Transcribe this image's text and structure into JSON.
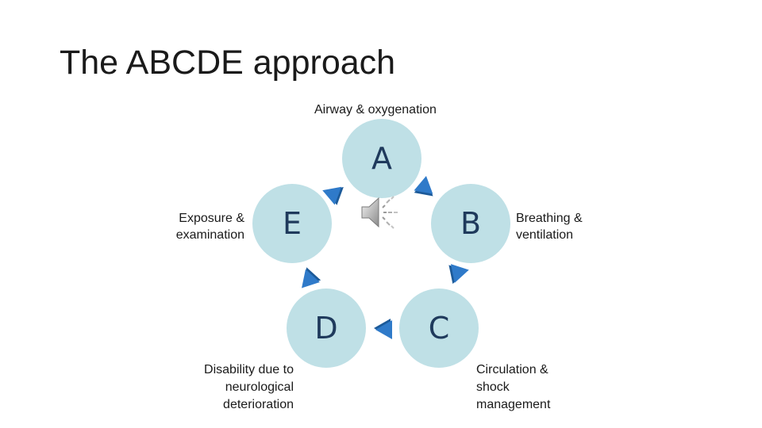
{
  "title": "The ABCDE approach",
  "colors": {
    "circle_fill": "#bfe0e6",
    "letter_color": "#1f3a5c",
    "arrow_color": "#2f7ac9",
    "arrow_shadow": "#1c5a99"
  },
  "nodes": [
    {
      "letter": "A",
      "label": "Airway & oxygenation"
    },
    {
      "letter": "B",
      "label": "Breathing & ventilation"
    },
    {
      "letter": "C",
      "label": "Circulation & shock management"
    },
    {
      "letter": "D",
      "label": "Disability due to neurological deterioration"
    },
    {
      "letter": "E",
      "label": "Exposure & examination"
    }
  ],
  "labels_text": {
    "A": "Airway & oxygenation",
    "B_line1": "Breathing &",
    "B_line2": "ventilation",
    "C_line1": "Circulation &",
    "C_line2": "shock",
    "C_line3": "management",
    "D_line1": "Disability due to",
    "D_line2": "neurological",
    "D_line3": "deterioration",
    "E_line1": "Exposure &",
    "E_line2": "examination"
  },
  "icons": {
    "speaker": "speaker-icon",
    "arrow": "arrow-icon"
  }
}
